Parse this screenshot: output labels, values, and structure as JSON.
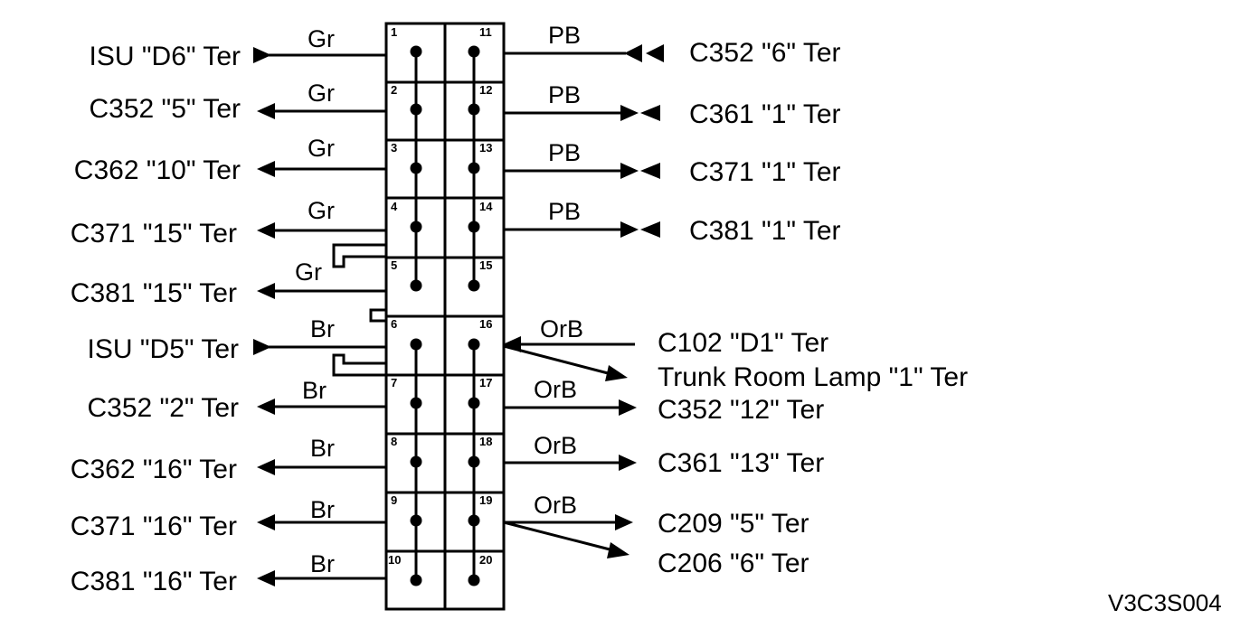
{
  "diagram": {
    "code": "V3C3S004",
    "left_labels": [
      "ISU \"D6\" Ter",
      "C352 \"5\" Ter",
      "C362 \"10\" Ter",
      "C371 \"15\" Ter",
      "C381 \"15\" Ter",
      "ISU \"D5\" Ter",
      "C352 \"2\" Ter",
      "C362 \"16\" Ter",
      "C371 \"16\" Ter",
      "C381 \"16\" Ter"
    ],
    "left_wires": [
      "Gr",
      "Gr",
      "Gr",
      "Gr",
      "Gr",
      "Br",
      "Br",
      "Br",
      "Br",
      "Br"
    ],
    "right_wires": [
      "PB",
      "PB",
      "PB",
      "PB",
      "OrB",
      "OrB",
      "OrB",
      "OrB"
    ],
    "right_labels": [
      "C352 \"6\" Ter",
      "C361 \"1\" Ter",
      "C371 \"1\" Ter",
      "C381 \"1\" Ter",
      "C102 \"D1\" Ter",
      "Trunk Room Lamp \"1\" Ter",
      "C352 \"12\" Ter",
      "C361 \"13\" Ter",
      "C209 \"5\" Ter",
      "C206 \"6\" Ter"
    ],
    "pins_left": [
      "1",
      "2",
      "3",
      "4",
      "5",
      "6",
      "7",
      "8",
      "9",
      "10"
    ],
    "pins_right": [
      "11",
      "12",
      "13",
      "14",
      "15",
      "16",
      "17",
      "18",
      "19",
      "20"
    ]
  }
}
